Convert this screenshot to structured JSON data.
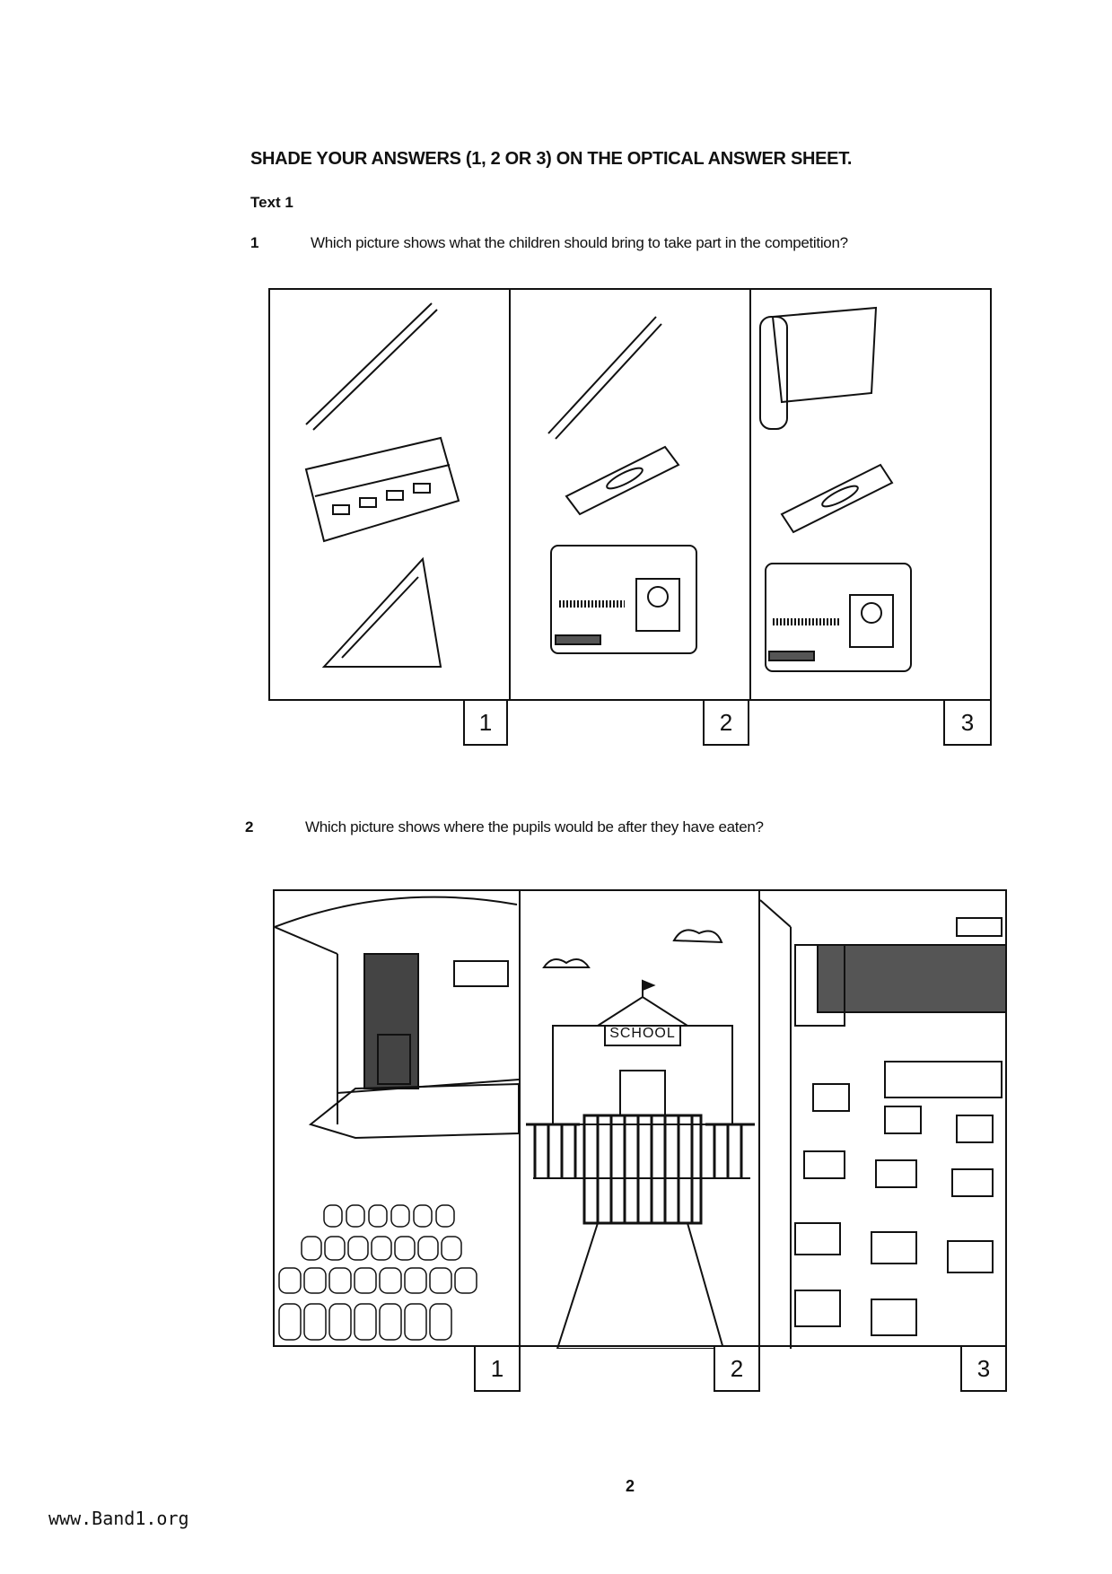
{
  "header": {
    "instruction": "SHADE YOUR ANSWERS (1, 2 OR 3) ON THE OPTICAL ANSWER SHEET.",
    "section": "Text 1"
  },
  "questions": [
    {
      "number": "1",
      "text": "Which picture shows what the children should bring to take part in the competition?",
      "options": [
        "1",
        "2",
        "3"
      ]
    },
    {
      "number": "2",
      "text": "Which picture shows where the pupils would be after they have eaten?",
      "options": [
        "1",
        "2",
        "3"
      ],
      "school_sign": "SCHOOL"
    }
  ],
  "footer": {
    "page_number": "2",
    "website": "www.Band1.org"
  }
}
